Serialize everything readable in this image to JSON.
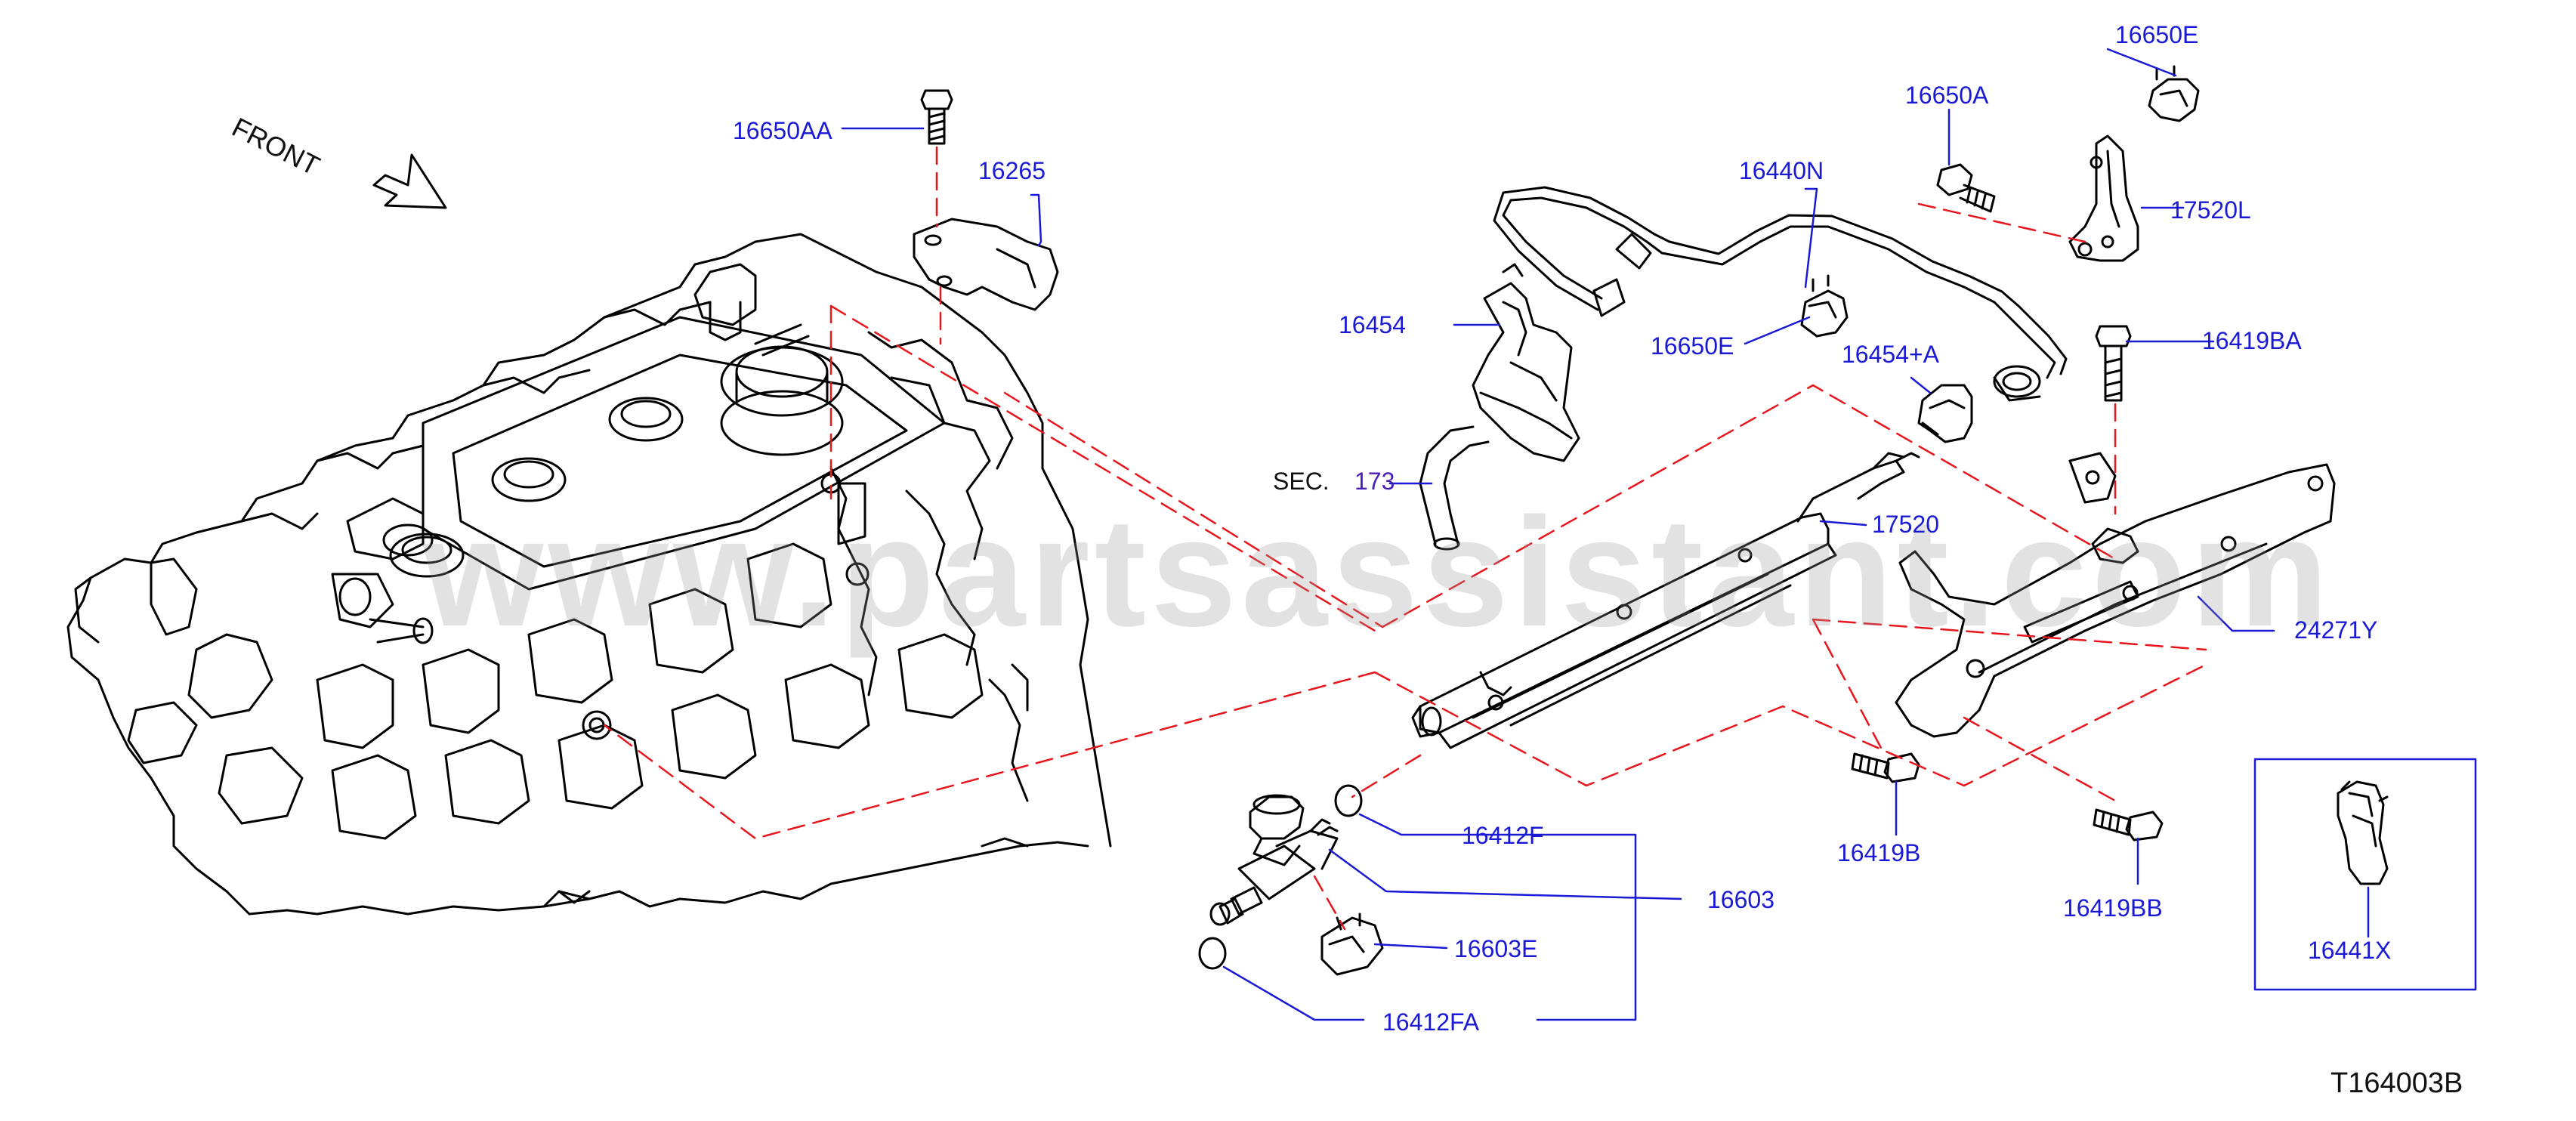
{
  "diagram": {
    "front_label": "FRONT",
    "sec_label": "SEC.",
    "sec_number": "173",
    "figure_code": "T164003B",
    "watermark": "www.partsassistant.com",
    "colors": {
      "label": "#1a1ad6",
      "sec_number": "#4a1fb8",
      "dashed": "#e8161c",
      "line": "#000000",
      "box": "#1a1ad6"
    },
    "parts": {
      "p16650AA": "16650AA",
      "p16265": "16265",
      "p16650E_top": "16650E",
      "p16650A": "16650A",
      "p16440N": "16440N",
      "p17520L": "17520L",
      "p16454": "16454",
      "p16650E_mid": "16650E",
      "p16454A": "16454+A",
      "p16419BA": "16419BA",
      "p17520": "17520",
      "p24271Y": "24271Y",
      "p16419B": "16419B",
      "p16419BB": "16419BB",
      "p16412F": "16412F",
      "p16603": "16603",
      "p16603E": "16603E",
      "p16412FA": "16412FA",
      "p16441X": "16441X"
    }
  }
}
